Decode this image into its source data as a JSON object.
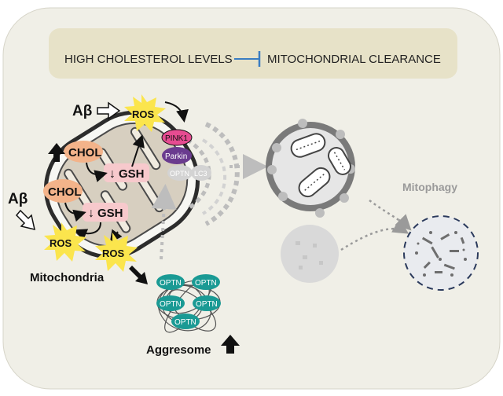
{
  "header": {
    "left": "HIGH CHOLESTEROL LEVELS",
    "right": "MITOCHONDRIAL CLEARANCE"
  },
  "labels": {
    "abeta_top": "Aβ",
    "abeta_left": "Aβ",
    "ros_top": "ROS",
    "ros_left": "ROS",
    "ros_bottom": "ROS",
    "chol_top": "CHOL",
    "chol_left": "CHOL",
    "gsh_top": "GSH",
    "gsh_left": "GSH",
    "pink1": "PINK1",
    "parkin": "Parkin",
    "optn_small": "OPTN",
    "lc3": "LC3",
    "mitochondria": "Mitochondria",
    "mitophagy": "Mitophagy",
    "aggresome": "Aggresome",
    "optn_1": "OPTN",
    "optn_2": "OPTN",
    "optn_3": "OPTN",
    "optn_4": "OPTN",
    "optn_5": "OPTN"
  },
  "colors": {
    "background_panel": "#f0efe7",
    "header_band": "#e7e2c8",
    "chol": "#f3b38a",
    "gsh": "#f7c9cc",
    "ros_star": "#fbe54d",
    "pink1": "#e64c91",
    "parkin": "#6a3b8f",
    "optn": "#1a9a94",
    "inhibit_line": "#3a7dc2"
  }
}
